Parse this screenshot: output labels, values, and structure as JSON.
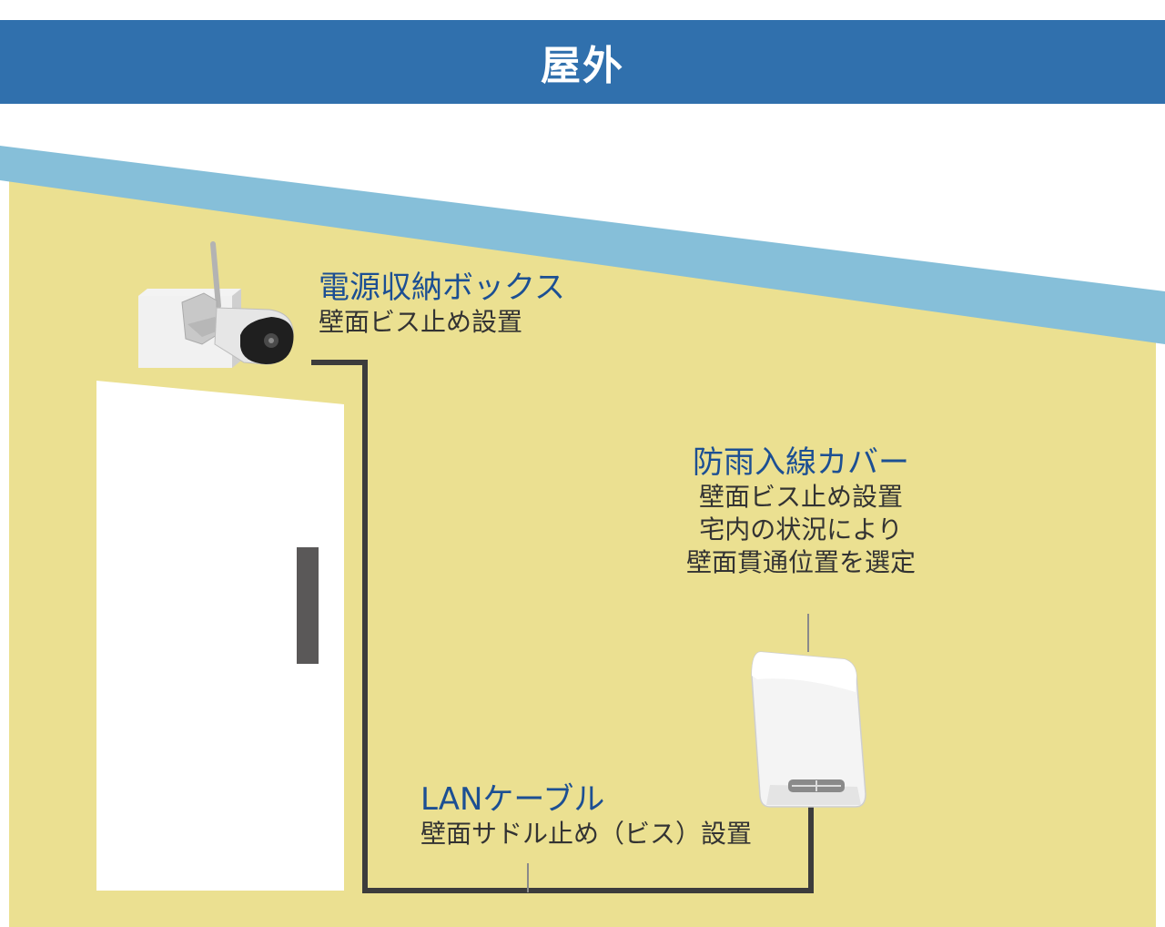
{
  "header": {
    "title": "屋外"
  },
  "labels": {
    "power_box": {
      "title": "電源収納ボックス",
      "lines": [
        "壁面ビス止め設置"
      ]
    },
    "rain_cover": {
      "title": "防雨入線カバー",
      "lines": [
        "壁面ビス止め設置",
        "宅内の状況により",
        "壁面貫通位置を選定"
      ]
    },
    "lan_cable": {
      "title": "LANケーブル",
      "lines": [
        "壁面サドル止め（ビス）設置"
      ]
    }
  },
  "colors": {
    "header_bg": "#3070ad",
    "wall": "#ebe091",
    "roof": "#86bfd9",
    "cable": "#3c3c3c",
    "label_title": "#1c4f93",
    "label_text": "#333333"
  }
}
